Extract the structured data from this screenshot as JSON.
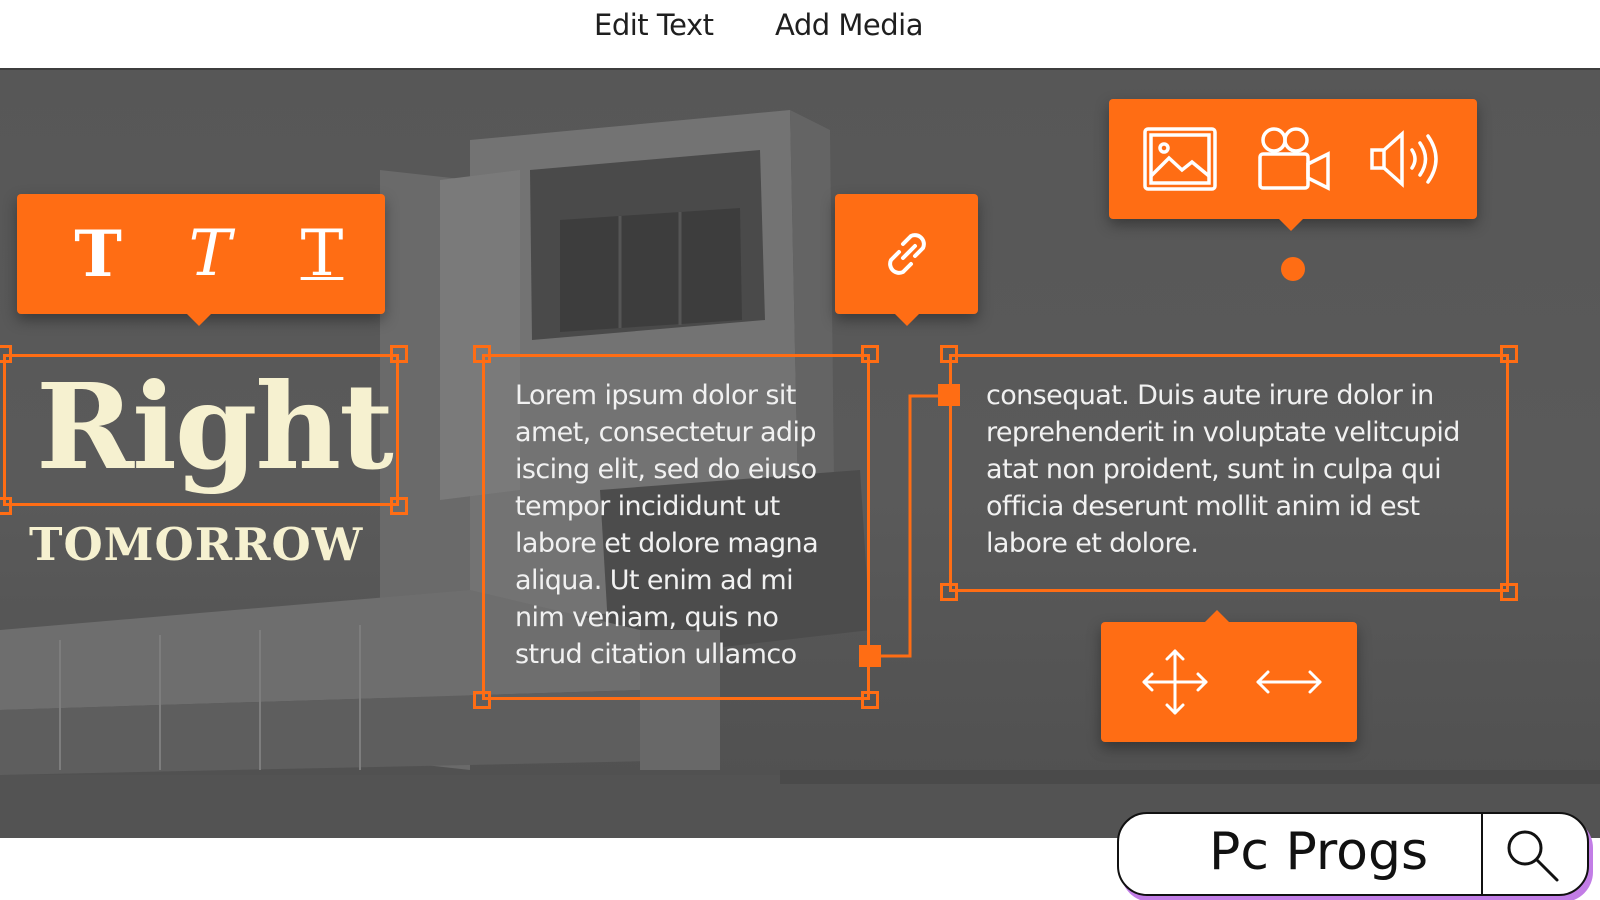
{
  "nav": {
    "edit_text": "Edit Text",
    "add_media": "Add Media"
  },
  "headline": {
    "title": "Right",
    "subtitle": "TOMORROW"
  },
  "text_box_1": "Lorem ipsum dolor sit amet, consectetur adip iscing elit, sed do eiuso tempor incididunt ut labore et dolore magna aliqua. Ut enim ad mi nim veniam, quis no strud citation ullamco",
  "text_box_2": "consequat. Duis aute irure dolor in reprehenderit in voluptate velitcupid atat non proident, sunt in culpa qui officia deserunt mollit anim id est labore et dolore.",
  "text_style_toolbar": {
    "icons": [
      "bold-text-icon",
      "italic-text-icon",
      "underline-text-icon"
    ],
    "glyphs": [
      "T",
      "T",
      "T"
    ]
  },
  "link_toolbar": {
    "icon": "link-icon"
  },
  "media_toolbar": {
    "icons": [
      "image-icon",
      "video-camera-icon",
      "speaker-icon"
    ]
  },
  "transform_toolbar": {
    "icons": [
      "move-icon",
      "resize-horizontal-icon"
    ]
  },
  "watermark": {
    "label": "Pc Progs",
    "icon": "search-icon"
  },
  "colors": {
    "accent": "#ff6d14",
    "canvas": "#575757",
    "headline": "#f6f1d0",
    "body_text": "#f1f1f1"
  }
}
